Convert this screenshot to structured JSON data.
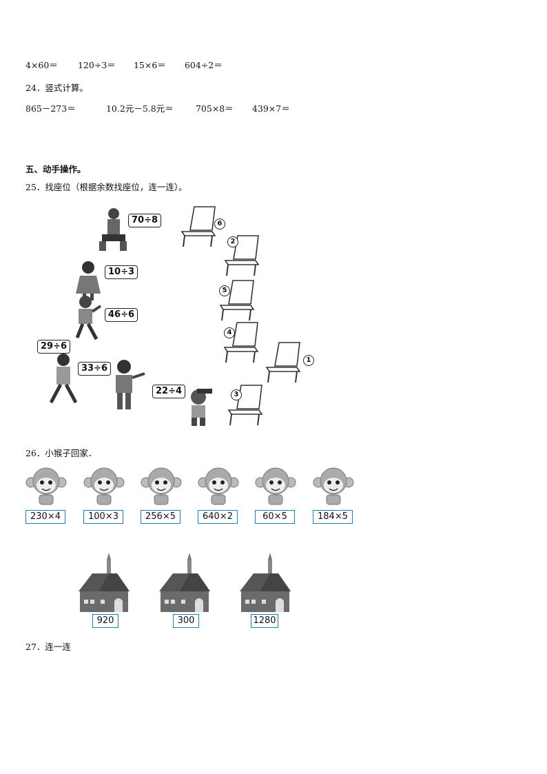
{
  "calc_row1": [
    "4×60＝",
    "120÷3＝",
    "15×6＝",
    "604÷2＝"
  ],
  "q24": {
    "title": "24．竖式计算。",
    "items": [
      "865－273＝",
      "10.2元－5.8元＝",
      "705×8＝",
      "439×7＝"
    ]
  },
  "section5": {
    "title": "五、动手操作。"
  },
  "q25": {
    "title": "25．找座位（根据余数找座位，连一连）。",
    "kids": [
      "70÷8",
      "10÷3",
      "46÷6",
      "29÷6",
      "33÷6",
      "22÷4"
    ],
    "chairs": [
      "6",
      "2",
      "5",
      "4",
      "1",
      "3"
    ]
  },
  "q26": {
    "title": "26．小猴子回家．",
    "monkeys": [
      "230×4",
      "100×3",
      "256×5",
      "640×2",
      "60×5",
      "184×5"
    ],
    "houses": [
      "920",
      "300",
      "1280"
    ]
  },
  "q27": {
    "title": "27．连一连"
  }
}
